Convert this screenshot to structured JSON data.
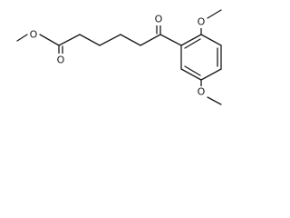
{
  "molecule": {
    "atoms": {
      "ester_methoxy_o": "O",
      "ester_carbonyl_o": "O",
      "ketone_o": "O",
      "ortho_methoxy_o": "O",
      "meta_methoxy_o": "O"
    }
  }
}
